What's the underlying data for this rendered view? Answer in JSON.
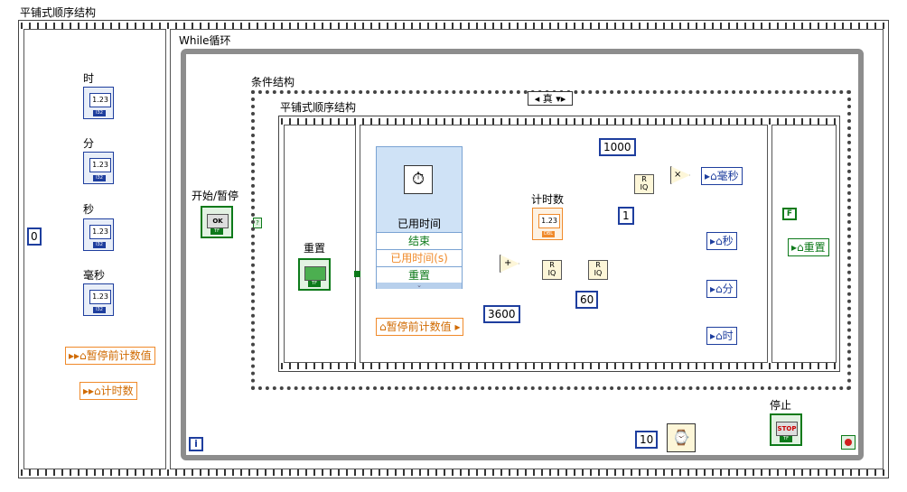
{
  "outer_sequence": {
    "title": "平铺式顺序结构"
  },
  "while_loop": {
    "title": "While循环",
    "iteration": "i"
  },
  "case_structure": {
    "title": "条件结构",
    "selector": "真"
  },
  "inner_sequence": {
    "title": "平铺式顺序结构"
  },
  "left_frame": {
    "const_zero": "0",
    "indicators": [
      {
        "label": "时",
        "value": "1.23",
        "tag": "I32"
      },
      {
        "label": "分",
        "value": "1.23",
        "tag": "I32"
      },
      {
        "label": "秒",
        "value": "1.23",
        "tag": "I32"
      },
      {
        "label": "毫秒",
        "value": "1.23",
        "tag": "I32"
      }
    ],
    "local_pause": "暂停前计数值",
    "local_count": "计时数"
  },
  "controls": {
    "start_pause": {
      "label": "开始/暂停",
      "face": "OK",
      "tag": "TF"
    },
    "reset": {
      "label": "重置",
      "tag": "TF"
    },
    "stop": {
      "label": "停止",
      "face": "STOP",
      "tag": "TF"
    }
  },
  "elapsed_time": {
    "title": "已用时间",
    "rows": [
      "结束",
      "已用时间(s)",
      "重置"
    ]
  },
  "count_indicator": {
    "label": "计时数",
    "value": "1.23",
    "tag": "DBL"
  },
  "pause_local": "暂停前计数值",
  "constants": {
    "c1000": "1000",
    "c1": "1",
    "c60": "60",
    "c3600": "3600",
    "c10": "10",
    "false_const": "F"
  },
  "outputs": {
    "ms": "毫秒",
    "s": "秒",
    "min": "分",
    "hour": "时",
    "reset": "重置"
  },
  "quotient": {
    "r": "R",
    "iq": "IQ"
  },
  "ops": {
    "add": "+",
    "mul": "×"
  },
  "colors": {
    "bool_wire": "#0d7a1a",
    "num_wire": "#1e3e9e",
    "dbl_wire": "#f08a2a",
    "loop": "#8d8d8d"
  }
}
